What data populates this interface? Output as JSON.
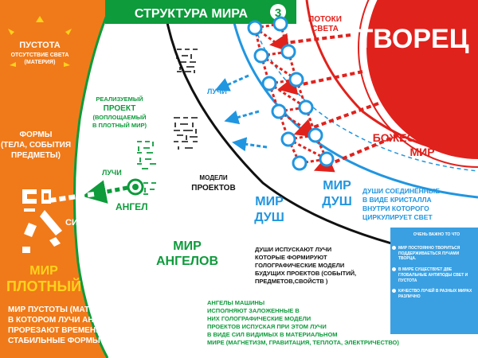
{
  "header": {
    "title": "СТРУКТУРА МИРА",
    "number": "3"
  },
  "creator": {
    "title": "ТВОРЕЦ",
    "light_flows": [
      "ПОТОКИ",
      "СВЕТА"
    ],
    "world": [
      "БОЖЕСТВЕННЫЙ",
      "МИР"
    ]
  },
  "void": {
    "title": "ПУСТОТА",
    "lines": [
      "ОТСУТСТВИЕ СВЕТА",
      "(МАТЕРИЯ)"
    ]
  },
  "forms": {
    "lines": [
      "ФОРМЫ",
      "(ТЕЛА, СОБЫТИЯ",
      "ПРЕДМЕТЫ)"
    ]
  },
  "dense_world": {
    "title_lines": [
      "МИР",
      "ПЛОТНЫЙ"
    ],
    "description": [
      "МИР  ПУСТОТЫ (МАТЕРИИ)",
      "В КОТОРОМ  ЛУЧИ АНГЕЛОВ",
      "ПРОРЕЗАЮТ ВРЕМЕННО",
      "СТАБИЛЬНЫЕ ФОРМЫ (ТЕЛА)"
    ]
  },
  "forces_label": "СИЛЫ",
  "rays_label_left": "ЛУЧИ",
  "rays_label_upper": "ЛУЧИ",
  "angel_label": "АНГЕЛ",
  "realized_project": {
    "lines": [
      "РЕАЛИЗУЕМЫЙ",
      "ПРОЕКТ",
      "(ВОПЛОЩАЕМЫЙ",
      "В ПЛОТНЫЙ МИР)"
    ]
  },
  "project_models": {
    "lines": [
      "МОДЕЛИ",
      "ПРОЕКТОВ"
    ]
  },
  "angels_world": {
    "lines": [
      "МИР",
      "АНГЕЛОВ"
    ]
  },
  "souls_world_inner": {
    "lines": [
      "МИР",
      "ДУШ"
    ]
  },
  "souls_world_outer": {
    "lines": [
      "МИР",
      "ДУШ"
    ]
  },
  "souls_crystal": {
    "lines": [
      "ДУШИ СОЕДИНЁННЫЕ",
      "В ВИДЕ КРИСТАЛЛА",
      "ВНУТРИ КОТОРОГО",
      "ЦИРКУЛИРУЕТ СВЕТ"
    ]
  },
  "souls_rays": {
    "lines": [
      "ДУШИ ИСПУСКАЮТ ЛУЧИ",
      "КОТОРЫЕ ФОРМИРУЮТ",
      "ГОЛОГРАФИЧЕСКИЕ МОДЕЛИ",
      "БУДУЩИХ ПРОЕКТОВ (СОБЫТИЙ,",
      "ПРЕДМЕТОВ,СВОЙСТВ )"
    ]
  },
  "angels_machines": {
    "lines": [
      "АНГЕЛЫ МАШИНЫ",
      "ИСПОЛНЯЮТ ЗАЛОЖЕННЫЕ В",
      "НИХ ГОЛОГРАФИЧЕСКИЕ МОДЕЛИ",
      "ПРОЕКТОВ ИСПУСКАЯ ПРИ ЭТОМ ЛУЧИ",
      "В ВИДЕ СИЛ ВИДИМЫХ В МАТЕРИАЛЬНОМ",
      "МИРЕ (МАГНЕТИЗМ, ГРАВИТАЦИЯ, ТЕПЛОТА, ЭЛЕКТРИЧЕСТВО)"
    ]
  },
  "info_box": {
    "heading": "ОЧЕНЬ ВАЖНО ТО ЧТО",
    "items": [
      "МИР ПОСТОЯННО ТВОРИТЬСЯ ПОДДЕРЖИВАЕТЬСЯ ЛУЧАМИ ТВОРЦА.",
      "В МИРЕ СУЩЕСТВУЕТ ДВЕ ГЛОБАЛЬНЫЕ АНТИПОДЫ  СВЕТ  И  ПУСТОТА",
      "КАЧЕСТВО ЛУЧЕЙ В РАЗНЫХ МИРАХ РАЗЛИЧНО"
    ]
  },
  "colors": {
    "orange": "#f07a19",
    "red": "#e0221d",
    "blue": "#2196e0",
    "green": "#0d9b3b",
    "black": "#111111",
    "white": "#ffffff",
    "yellow": "#ffd21c"
  }
}
